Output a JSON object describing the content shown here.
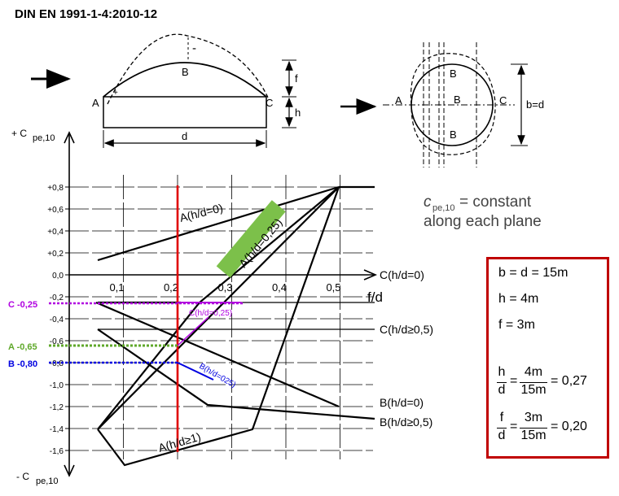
{
  "header": {
    "standard": "DIN EN 1991-1-4:2010-12"
  },
  "sketch_left": {
    "label_minus": "-",
    "label_A": "A",
    "label_B": "B",
    "label_C": "C",
    "label_f": "f",
    "label_h": "h",
    "label_d": "d",
    "label_plus": "+"
  },
  "sketch_right": {
    "label_A": "A",
    "label_B_top": "B",
    "label_B_mid": "B",
    "label_B_bot": "B",
    "label_C": "C",
    "label_bd": "b=d",
    "note_line1_sym": "c",
    "note_line1_sub": "pe,10",
    "note_line1_rest": " = constant",
    "note_line2": "along each plane"
  },
  "chart": {
    "y_top_label": "+ C",
    "y_top_sub": "pe,10",
    "y_bottom_label": "- C",
    "y_bottom_sub": "pe,10",
    "x_axis_label": "f/d",
    "y_ticks": [
      "+0,8",
      "+0,6",
      "+0,4",
      "+0,2",
      "0,0",
      "-0,2",
      "-0,4",
      "-0,6",
      "-0,8",
      "-1,0",
      "-1,2",
      "-1,4",
      "-1,6"
    ],
    "x_ticks": [
      "0,1",
      "0,2",
      "0,3",
      "0,4",
      "0,5"
    ],
    "curve_labels": {
      "A0": "A(h/d=0)",
      "A025": "A(h/d=0,25)",
      "A1": "A(h/d≥1)",
      "C0": "C(h/d=0)",
      "C05": "C(h/d≥0,5)",
      "C025": "C(h/d=0,25)",
      "B0": "B(h/d=0)",
      "B05": "B(h/d≥0,5)",
      "B025": "B(h/d=025)"
    },
    "reads": {
      "C": "C -0,25",
      "A": "A -0,65",
      "B": "B -0,80"
    },
    "read_colors": {
      "C": "#b000e0",
      "A": "#5fa82a",
      "B": "#0000e0",
      "vertical": "#e00000"
    },
    "vertical_f_over_d": 0.2
  },
  "infobox": {
    "line1": "b = d = 15m",
    "line2": "h = 4m",
    "line3": "f = 3m",
    "hd_num": "h",
    "hd_den": "d",
    "hd_eq": "=",
    "hd_num2": "4m",
    "hd_den2": "15m",
    "hd_result": "= 0,27",
    "fd_num": "f",
    "fd_den": "d",
    "fd_eq": "=",
    "fd_num2": "3m",
    "fd_den2": "15m",
    "fd_result": "= 0,20"
  }
}
